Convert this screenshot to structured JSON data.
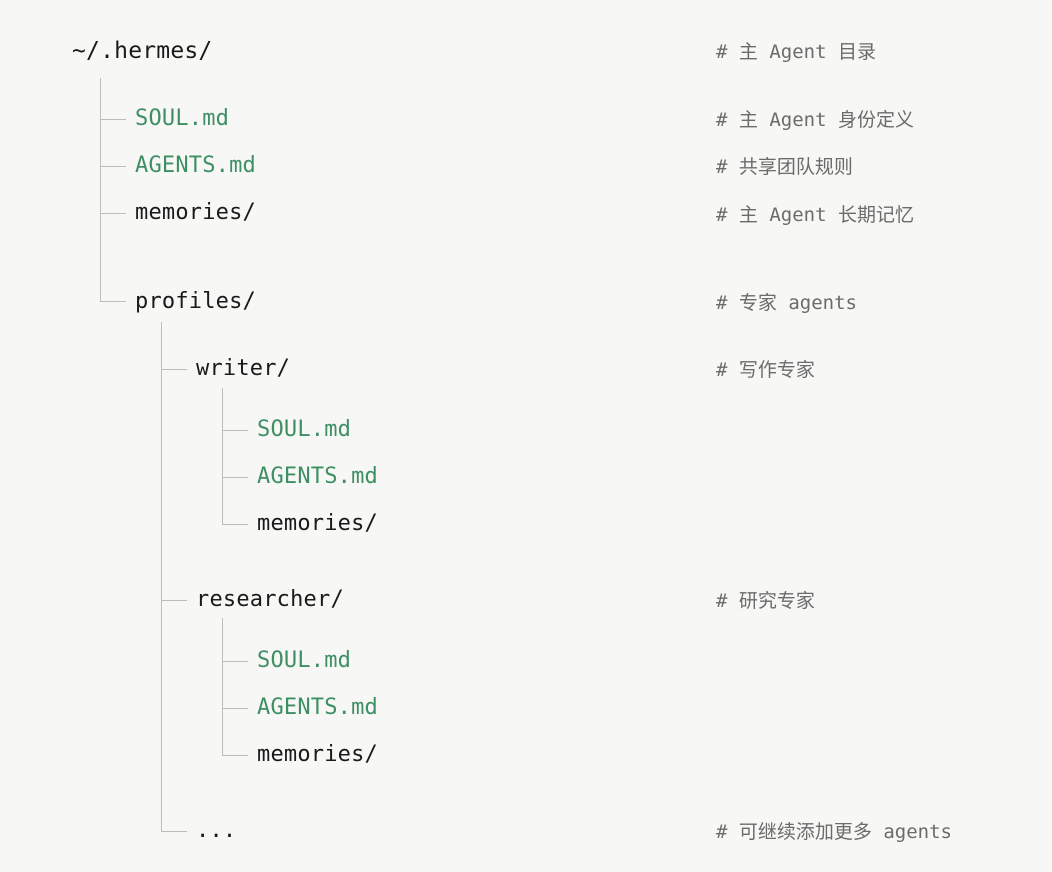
{
  "root": {
    "label": "~/.hermes/",
    "comment": "# 主 Agent 目录"
  },
  "main_items": [
    {
      "label": "SOUL.md",
      "type": "file",
      "comment": "# 主 Agent 身份定义"
    },
    {
      "label": "AGENTS.md",
      "type": "file",
      "comment": "# 共享团队规则"
    },
    {
      "label": "memories/",
      "type": "dir",
      "comment": "# 主 Agent 长期记忆"
    }
  ],
  "profiles": {
    "label": "profiles/",
    "comment": "# 专家 agents"
  },
  "writer": {
    "label": "writer/",
    "comment": "# 写作专家",
    "children": [
      "SOUL.md",
      "AGENTS.md",
      "memories/"
    ]
  },
  "researcher": {
    "label": "researcher/",
    "comment": "# 研究专家",
    "children": [
      "SOUL.md",
      "AGENTS.md",
      "memories/"
    ]
  },
  "more": {
    "label": "...",
    "comment": "# 可继续添加更多 agents"
  },
  "colors": {
    "background": "#f7f7f5",
    "file": "#3e8f63",
    "dir": "#1a1a1a",
    "comment": "#6b6b6b",
    "connector": "#bdbdbd"
  }
}
